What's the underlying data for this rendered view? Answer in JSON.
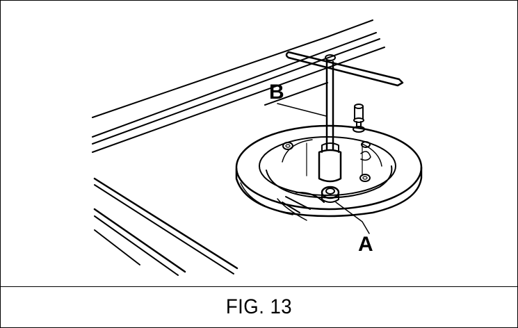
{
  "figure": {
    "caption": "FIG. 13",
    "callouts": {
      "a": "A",
      "b": "B"
    }
  },
  "colors": {
    "ink": "#000000",
    "paper": "#ffffff"
  }
}
